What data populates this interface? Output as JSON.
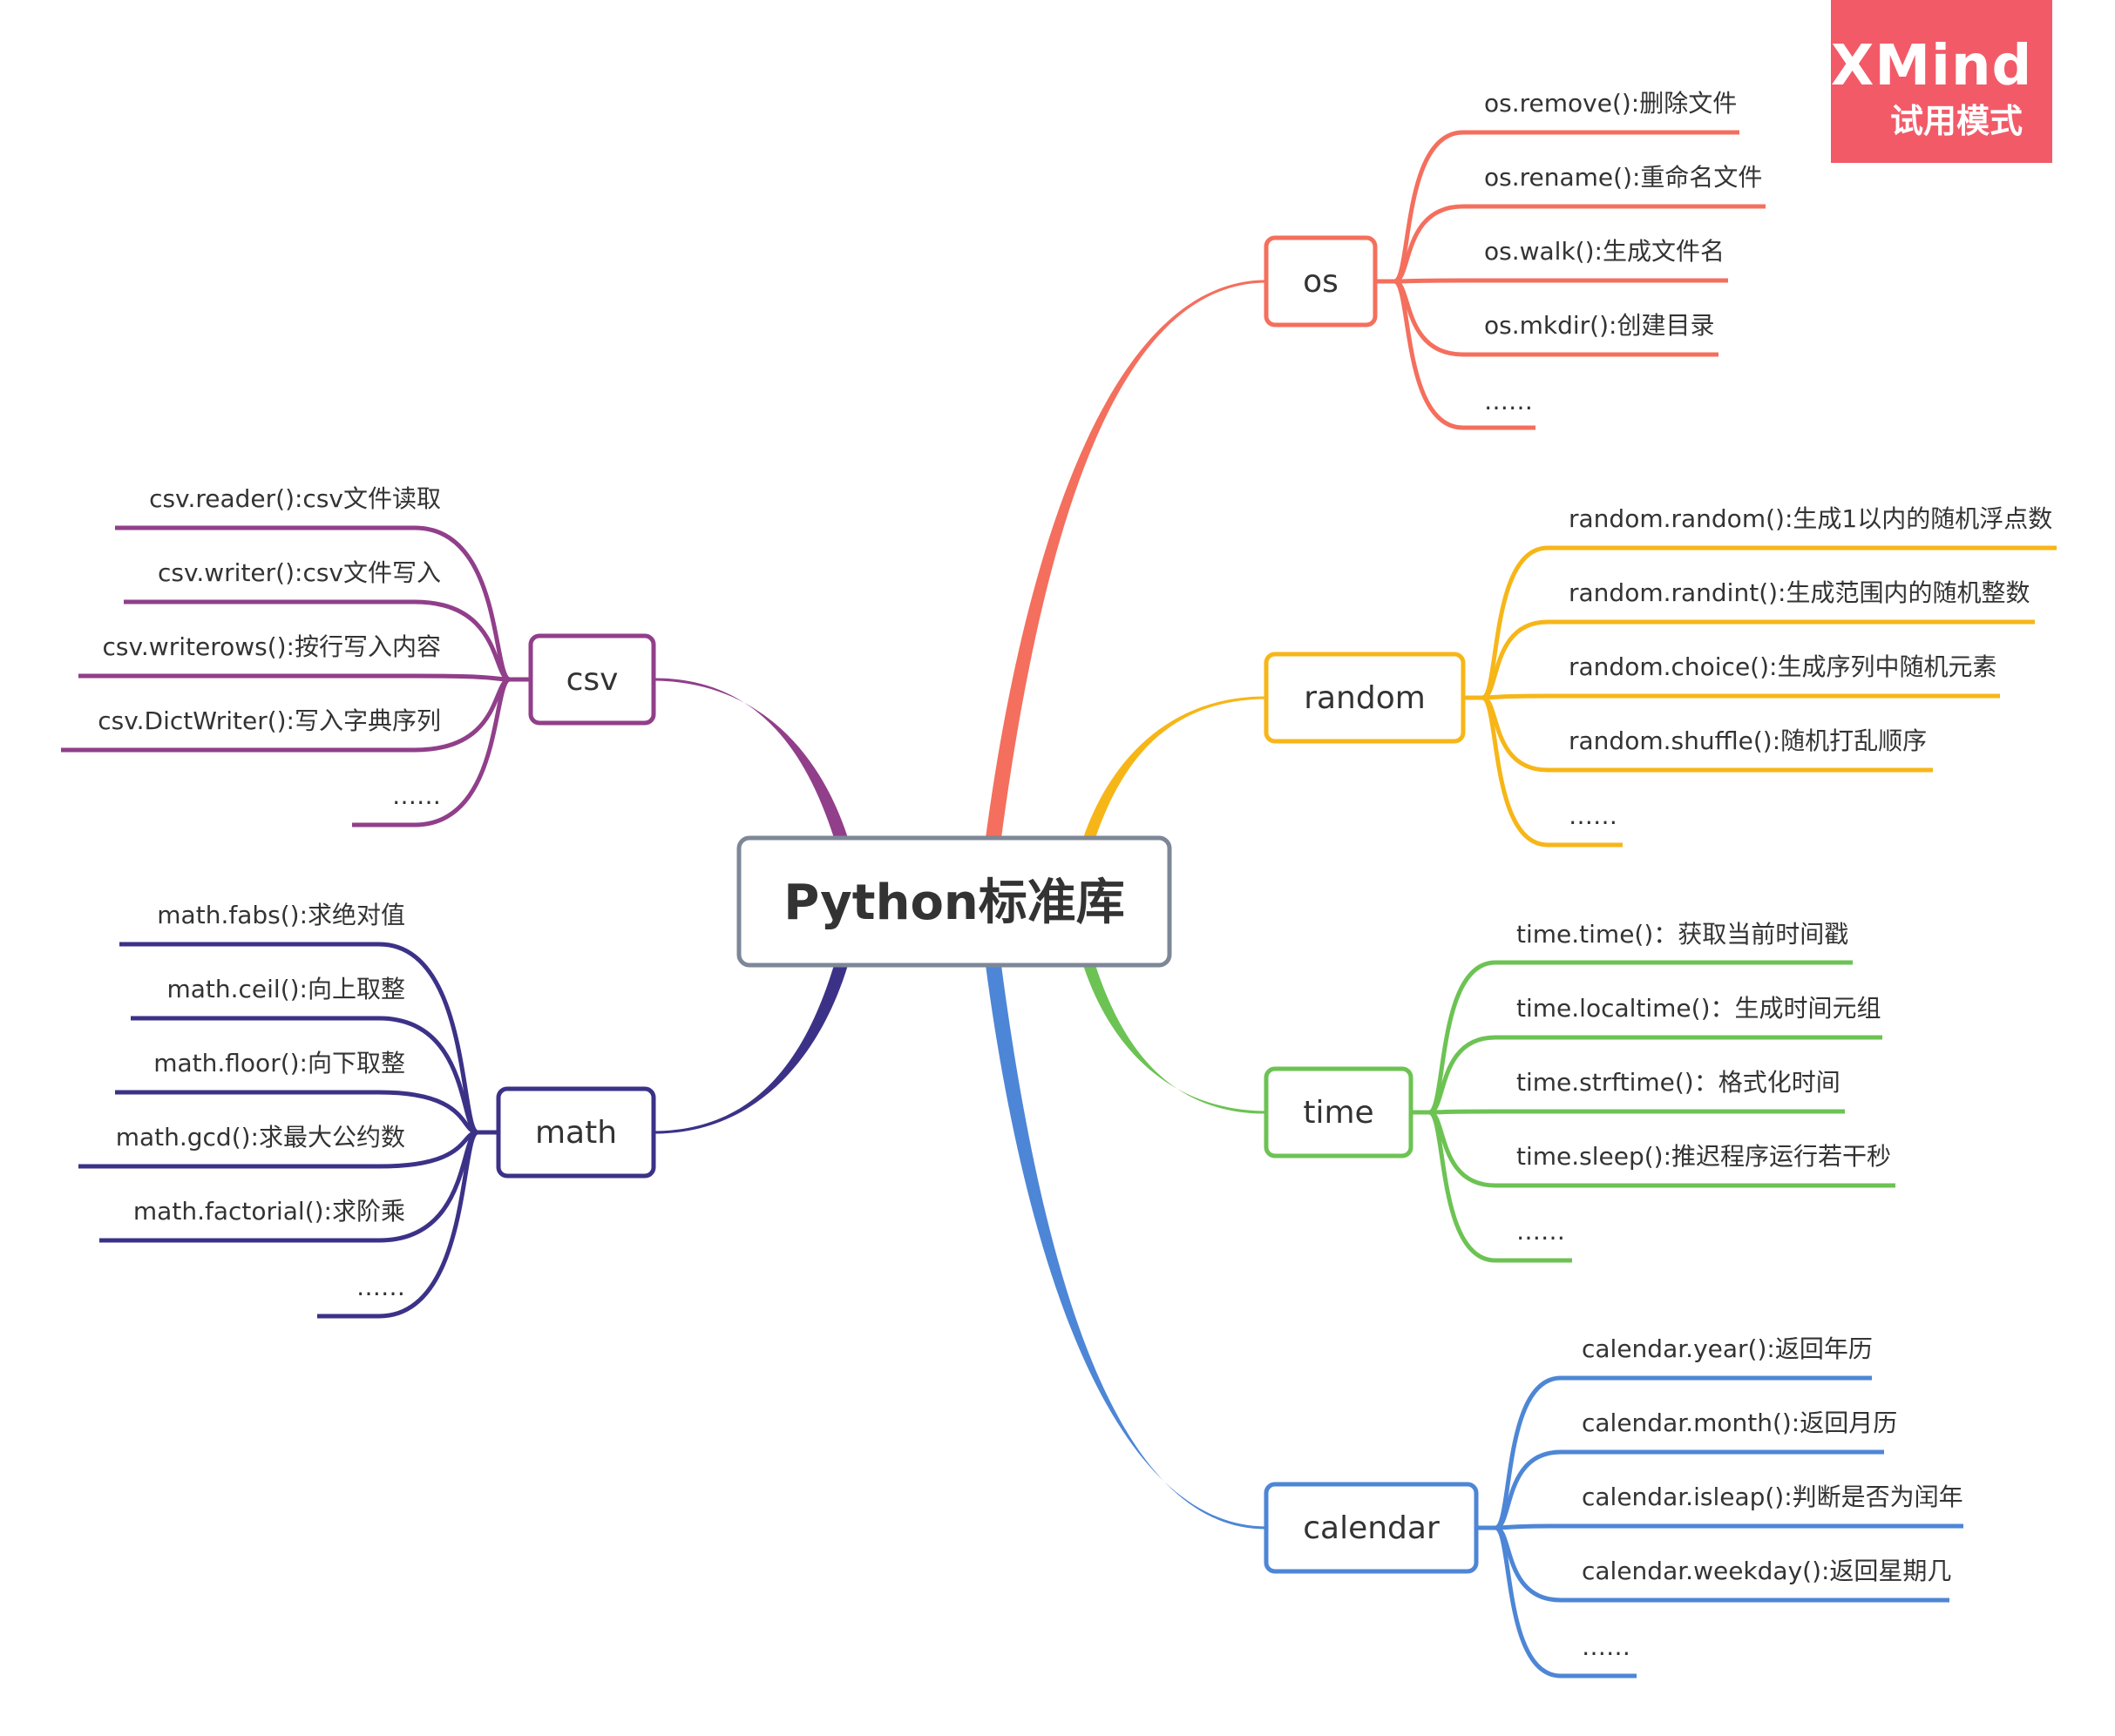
{
  "watermark": {
    "title": "XMind",
    "subtitle": "试用模式",
    "color": "#f25a68"
  },
  "central": {
    "label": "Python标准库",
    "border_color": "#7d8797"
  },
  "branches": [
    {
      "key": "os",
      "label": "os",
      "color": "#f46f5d",
      "items": [
        "os.remove():删除文件",
        "os.rename():重命名文件",
        "os.walk():生成文件名",
        "os.mkdir():创建目录",
        "……"
      ]
    },
    {
      "key": "random",
      "label": "random",
      "color": "#f7b618",
      "items": [
        "random.random():生成1以内的随机浮点数",
        "random.randint():生成范围内的随机整数",
        "random.choice():生成序列中随机元素",
        "random.shuffle():随机打乱顺序",
        "……"
      ]
    },
    {
      "key": "time",
      "label": "time",
      "color": "#6cc353",
      "items": [
        "time.time()：获取当前时间戳",
        "time.localtime()：生成时间元组",
        "time.strftime()：格式化时间",
        "time.sleep():推迟程序运行若干秒",
        "……"
      ]
    },
    {
      "key": "calendar",
      "label": "calendar",
      "color": "#4d86d6",
      "items": [
        "calendar.year():返回年历",
        "calendar.month():返回月历",
        "calendar.isleap():判断是否为闰年",
        "calendar.weekday():返回星期几",
        "……"
      ]
    },
    {
      "key": "csv",
      "label": "csv",
      "color": "#913f8a",
      "items": [
        "csv.reader():csv文件读取",
        "csv.writer():csv文件写入",
        "csv.writerows():按行写入内容",
        "csv.DictWriter():写入字典序列",
        "……"
      ]
    },
    {
      "key": "math",
      "label": "math",
      "color": "#3b3288",
      "items": [
        "math.fabs():求绝对值",
        "math.ceil():向上取整",
        "math.floor():向下取整",
        "math.gcd():求最大公约数",
        "math.factorial():求阶乘",
        "……"
      ]
    }
  ]
}
